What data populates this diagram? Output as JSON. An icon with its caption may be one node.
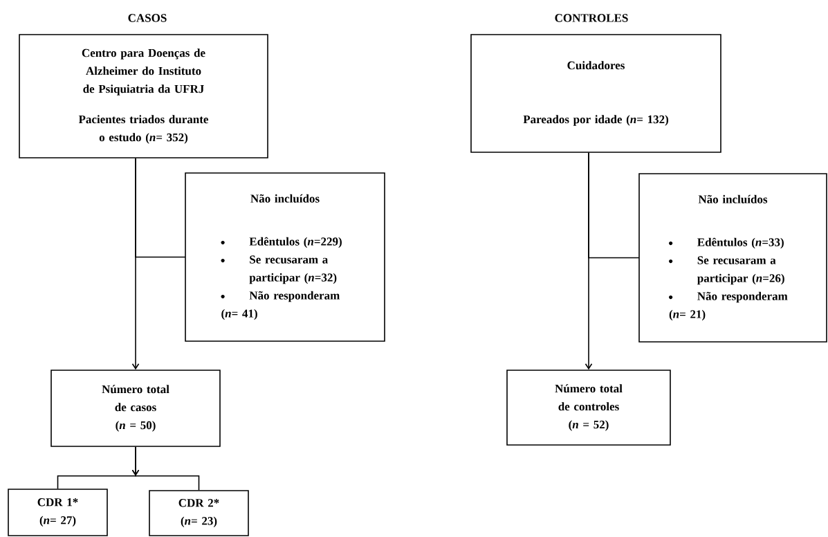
{
  "diagram": {
    "nodes": [
      {
        "text": [
          "Centro para Doenças de Alzheimer do Instituto de Psiquiatria da UFRJ",
          "Pacientes triados durante o estudo (*n*= 352)"
        ]
      },
      {
        "text": [
          "Não incluídos",
          "Edêntulos (*n*=229)",
          "Se recusaram a participar (*n*=32)",
          "Não responderam (*n*= 41)"
        ]
      },
      {
        "text": [
          "Número total de casos",
          "(*n* = 50)"
        ]
      },
      {
        "text": [
          "CDR 1*",
          "(*n*= 27)"
        ]
      },
      {
        "text": [
          "CDR 2*",
          "(*n*= 23)"
        ]
      },
      {
        "text": [
          "Cuidadores",
          "Pareados por idade (*n*= 132)"
        ]
      },
      {
        "text": [
          "Não incluídos",
          "Edêntulos (*n*=33)",
          "Se recusaram a participar (*n*=26)",
          "Não responderam (*n*= 21)"
        ]
      },
      {
        "text": [
          "Número total de controles",
          "(*n* = 52)"
        ]
      }
    ],
    "edges": [
      {
        "from": 0,
        "to": 2,
        "arrow": "to"
      },
      {
        "from": 0,
        "to": 1,
        "arrow": "none"
      },
      {
        "from": 2,
        "to": 3,
        "arrow": "to"
      },
      {
        "from": 2,
        "to": 4,
        "arrow": "to"
      },
      {
        "from": 5,
        "to": 7,
        "arrow": "to"
      },
      {
        "from": 5,
        "to": 6,
        "arrow": "none"
      }
    ],
    "labels": [
      "CASOS",
      "CONTROLES"
    ]
  }
}
